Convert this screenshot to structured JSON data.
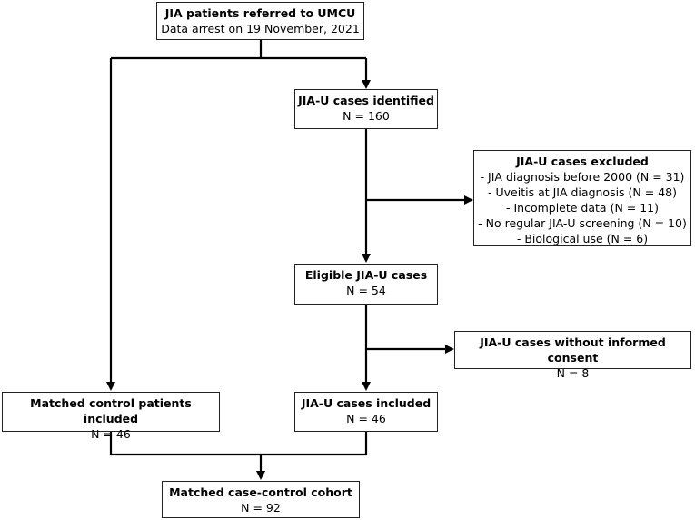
{
  "flowchart": {
    "referred": {
      "title": "JIA patients referred to UMCU",
      "subtitle": "Data arrest on 19 November, 2021"
    },
    "identified": {
      "title": "JIA-U cases identified",
      "subtitle": "N = 160"
    },
    "excluded": {
      "title": "JIA-U cases excluded",
      "items": [
        "- JIA diagnosis before 2000 (N = 31)",
        "- Uveitis at JIA diagnosis (N = 48)",
        "- Incomplete data (N = 11)",
        "- No regular JIA-U screening (N = 10)",
        "- Biological use (N = 6)"
      ]
    },
    "eligible": {
      "title": "Eligible JIA-U cases",
      "subtitle": "N = 54"
    },
    "no_consent": {
      "title": "JIA-U cases without informed consent",
      "subtitle": "N = 8"
    },
    "controls": {
      "title": "Matched control patients included",
      "subtitle": "N = 46"
    },
    "cases_included": {
      "title": "JIA-U cases included",
      "subtitle": "N = 46"
    },
    "cohort": {
      "title": "Matched case-control cohort",
      "subtitle": "N = 92"
    }
  }
}
